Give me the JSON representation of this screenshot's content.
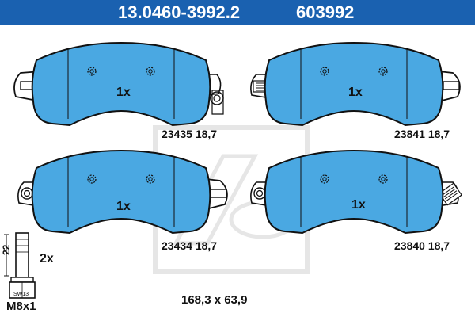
{
  "header": {
    "part_number": "13.0460-3992.2",
    "reference": "603992"
  },
  "pads": [
    {
      "code": "23435",
      "thickness": "18,7",
      "quantity": "1x"
    },
    {
      "code": "23841",
      "thickness": "18,7",
      "quantity": "1x"
    },
    {
      "code": "23434",
      "thickness": "18,7",
      "quantity": "1x"
    },
    {
      "code": "23840",
      "thickness": "18,7",
      "quantity": "1x"
    }
  ],
  "bolt": {
    "length": "22",
    "quantity": "2x",
    "wrench": "SW13",
    "thread": "M8x1"
  },
  "dimensions": "168,3 x 63,9",
  "colors": {
    "header": "#1a61b0",
    "pad_fill": "#4aa8e2",
    "outline": "#111111"
  }
}
